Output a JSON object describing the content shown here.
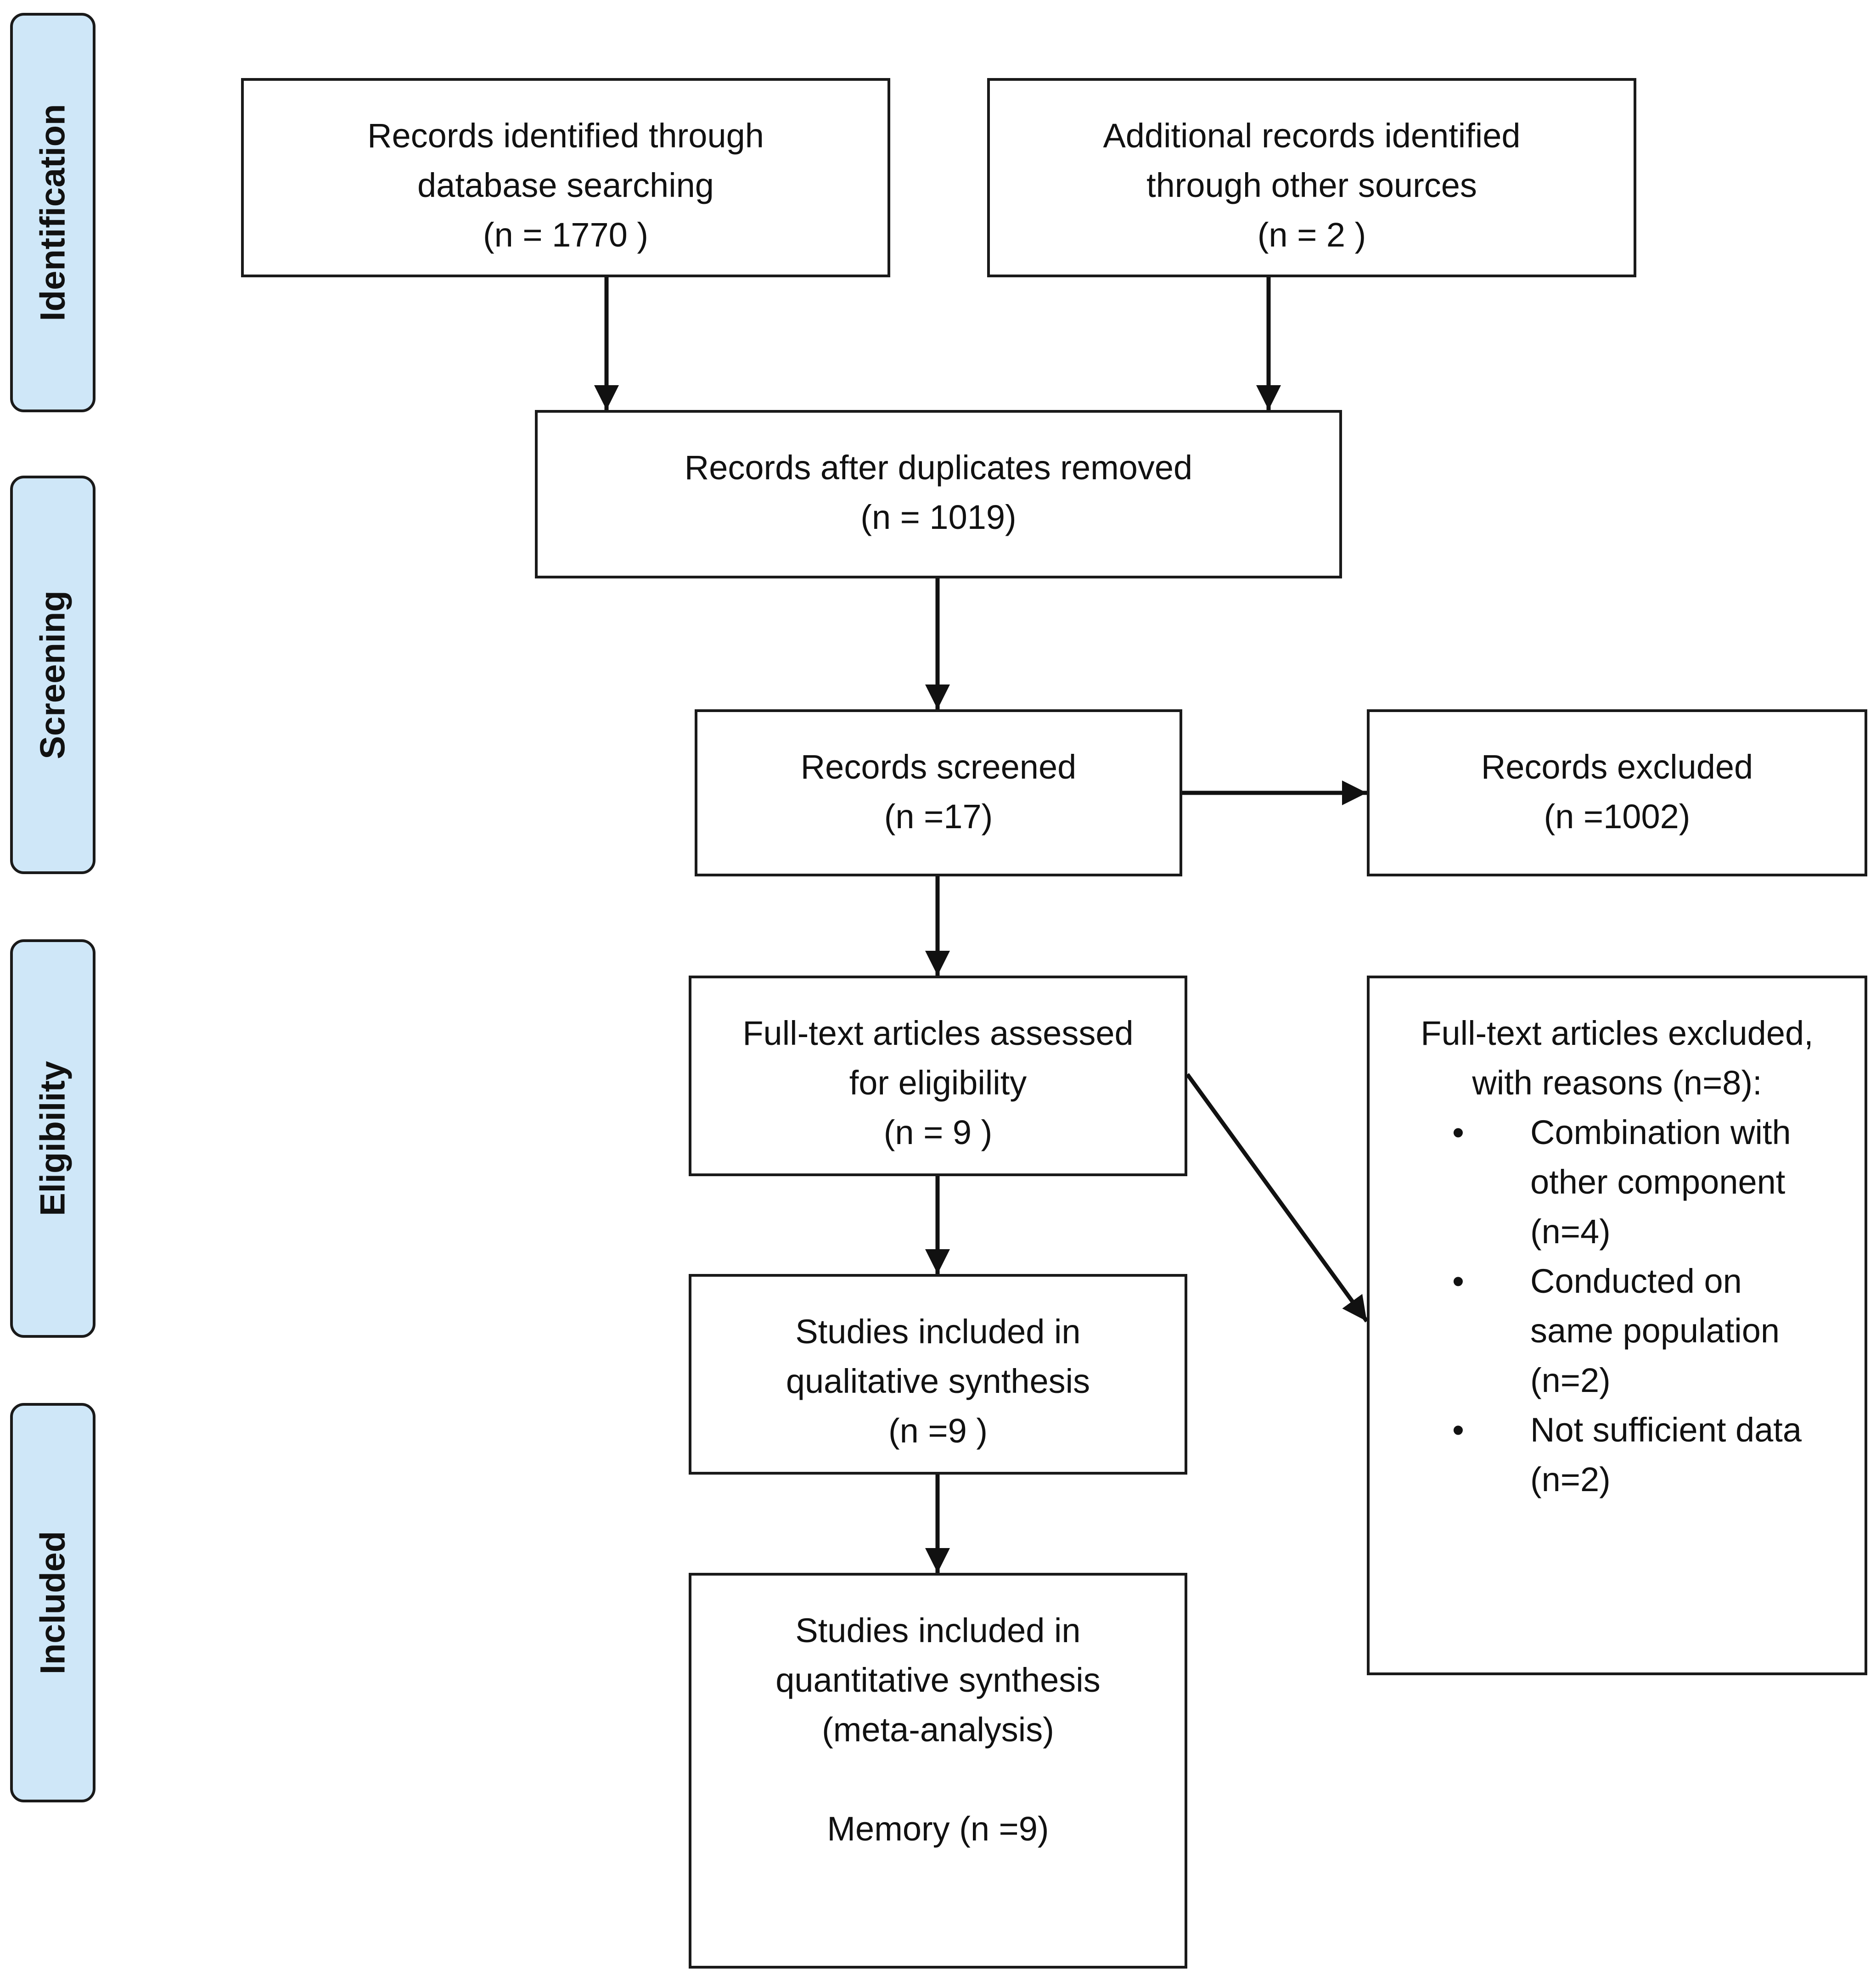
{
  "phases": {
    "identification": "Identification",
    "screening": "Screening",
    "eligibility": "Eligibility",
    "included": "Included"
  },
  "boxes": {
    "database": [
      "Records identified through",
      "database searching",
      "(n =  1770 )"
    ],
    "other_sources": [
      "Additional records identified",
      "through other sources",
      "(n =  2 )"
    ],
    "after_duplicates": [
      "Records after duplicates removed",
      "(n = 1019)"
    ],
    "screened": [
      "Records screened",
      "(n =17)"
    ],
    "excluded": [
      "Records excluded",
      "(n =1002)"
    ],
    "full_text": [
      "Full-text articles assessed",
      "for eligibility",
      "(n =  9 )"
    ],
    "qualitative": [
      "Studies included in",
      "qualitative synthesis",
      "(n =9 )"
    ],
    "quantitative": [
      "Studies included in",
      "quantitative synthesis",
      "(meta-analysis)",
      "",
      "Memory (n =9)"
    ]
  },
  "full_text_excluded": {
    "heading": [
      "Full-text articles excluded,",
      "with reasons (n=8):"
    ],
    "bullet": "•",
    "reasons": [
      [
        "Combination with",
        "other component",
        "(n=4)"
      ],
      [
        "Conducted on",
        "same population",
        "(n=2)"
      ],
      [
        "Not sufficient data",
        "(n=2)"
      ]
    ]
  }
}
